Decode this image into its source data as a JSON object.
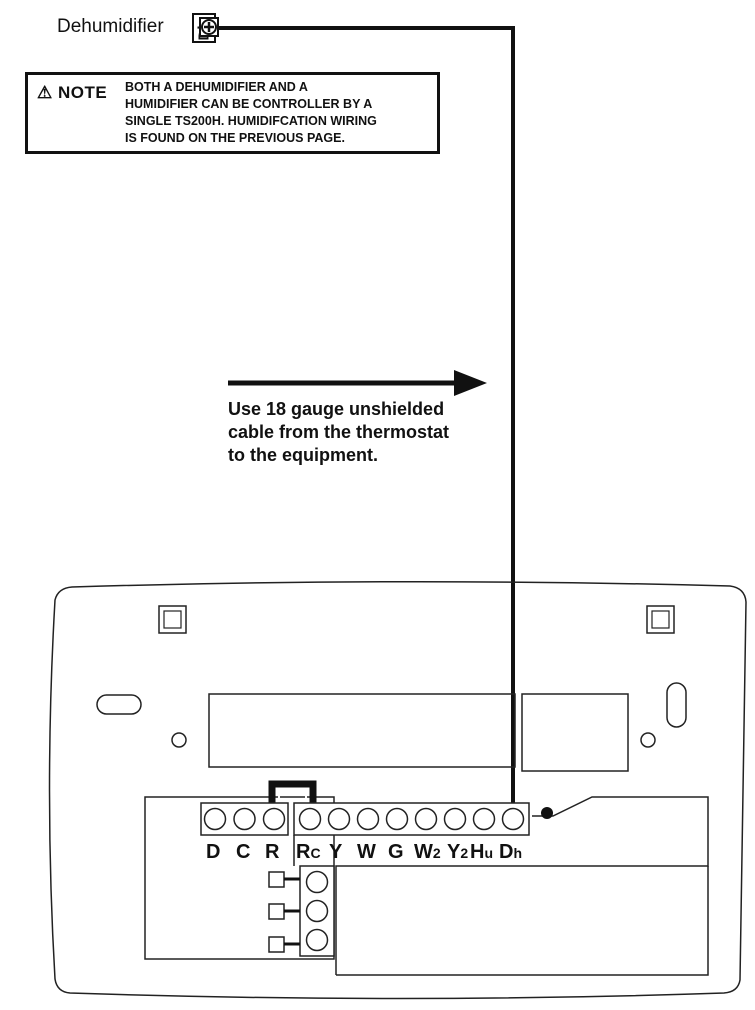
{
  "dehumidifier": {
    "label": "Dehumidifier",
    "terminal_text": "Dh",
    "terminal_icon": "plus-terminal-icon"
  },
  "note": {
    "heading": "NOTE",
    "icon": "warning-triangle-icon",
    "lines": [
      "BOTH A DEHUMIDIFIER AND A",
      "HUMIDIFIER CAN BE CONTROLLER BY A",
      "SINGLE TS200H. HUMIDIFCATION WIRING",
      "IS FOUND ON THE PREVIOUS PAGE."
    ]
  },
  "cable_note": {
    "lines": [
      "Use 18 gauge unshielded",
      "cable from the thermostat",
      "to the equipment."
    ]
  },
  "terminals": {
    "left_group": [
      {
        "main": "D",
        "sub": ""
      },
      {
        "main": "C",
        "sub": ""
      },
      {
        "main": "R",
        "sub": ""
      }
    ],
    "right_group": [
      {
        "main": "R",
        "sub": "C"
      },
      {
        "main": "Y",
        "sub": ""
      },
      {
        "main": "W",
        "sub": ""
      },
      {
        "main": "G",
        "sub": ""
      },
      {
        "main": "W",
        "sub": "2"
      },
      {
        "main": "Y",
        "sub": "2"
      },
      {
        "main": "H",
        "sub": "u"
      },
      {
        "main": "D",
        "sub": "h"
      }
    ]
  }
}
